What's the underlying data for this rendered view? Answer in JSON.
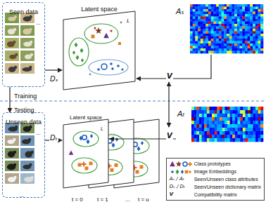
{
  "diagram": {
    "nodes": [
      {
        "text": [
          "Seen data"
        ]
      },
      {
        "text": [
          "Latent space",
          "L"
        ]
      },
      {
        "text": [
          "Aₛ"
        ]
      },
      {
        "text": [
          "Unseen data"
        ]
      },
      {
        "text": [
          "Latent space",
          "L"
        ]
      },
      {
        "text": [
          "Aₜ"
        ]
      }
    ],
    "edges": [
      {
        "from": 0,
        "to": 1,
        "arrow": "to",
        "label": "Dₛ"
      },
      {
        "from": 2,
        "to": 1,
        "arrow": "to",
        "label": "V"
      },
      {
        "from": 0,
        "to": 3,
        "arrow": "to"
      },
      {
        "from": 5,
        "to": 4,
        "arrow": "to",
        "label": "V"
      },
      {
        "from": 3,
        "to": 4,
        "arrow": "to",
        "label": "Dₜ"
      }
    ],
    "labels": [
      "...",
      "...",
      "Training",
      "Testing",
      "...",
      "...",
      "t = 0",
      "t = 1",
      "...",
      "t = u",
      "Aₛ / Aₜ",
      "Seen/Unseen class attributes",
      "Dₛ / Dₜ",
      "Seen/Unseen dictionary matrix",
      "V",
      "Compatibility matrix"
    ],
    "legend": [
      {
        "text": "Class prototypes"
      },
      {
        "text": "Image Embeddings"
      }
    ]
  }
}
